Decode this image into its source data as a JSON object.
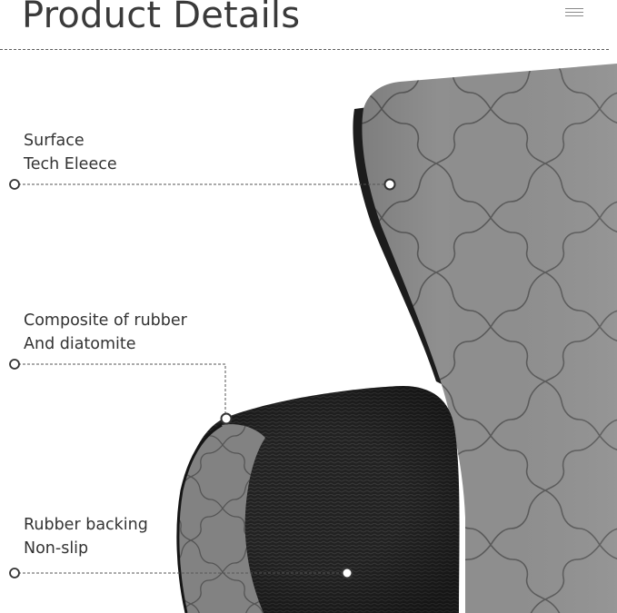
{
  "header": {
    "title": "Product Details",
    "menu_icon": "hamburger-menu-icon"
  },
  "annotations": [
    {
      "line1": "Surface",
      "line2": "Tech Eleece"
    },
    {
      "line1": "Composite of rubber",
      "line2": "And diatomite"
    },
    {
      "line1": "Rubber backing",
      "line2": "Non-slip"
    }
  ],
  "colors": {
    "mat_surface": "#8c8c8c",
    "mat_pattern": "#555555",
    "rubber_backing": "#1f1f1f",
    "leader_line": "#555555"
  }
}
